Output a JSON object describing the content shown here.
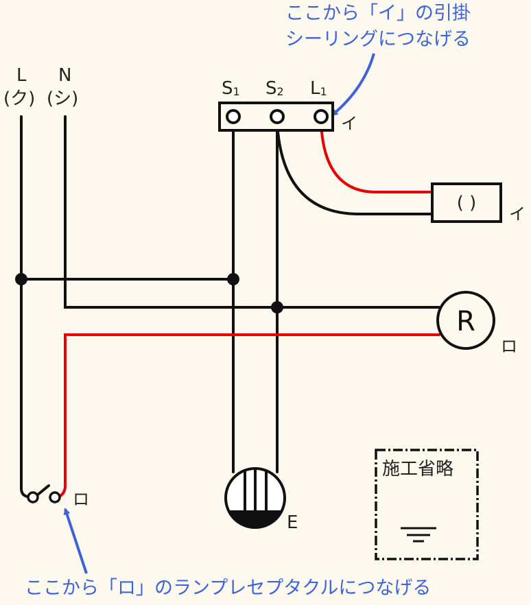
{
  "annotations": {
    "top_line1": "ここから「イ」の引掛",
    "top_line2": "シーリングにつなげる",
    "bottom": "ここから「ロ」のランプレセプタクルにつなげる"
  },
  "source": {
    "L_label": "L",
    "L_sub": "(ク)",
    "N_label": "N",
    "N_sub": "(シ)"
  },
  "terminal_block": {
    "s1": "S",
    "s1_sub": "1",
    "s2": "S",
    "s2_sub": "2",
    "l1": "L",
    "l1_sub": "1",
    "tag": "イ"
  },
  "ceiling_box": {
    "text": "( )",
    "tag": "イ"
  },
  "receptacle": {
    "text": "R",
    "tag": "ロ"
  },
  "switch": {
    "tag": "ロ"
  },
  "outlet": {
    "tag": "E"
  },
  "omitted_box": {
    "label": "施工省略"
  },
  "colors": {
    "wire_black": "#111111",
    "wire_red": "#e60000",
    "annotation_blue": "#3d63d8",
    "background": "#fdf9ee"
  }
}
